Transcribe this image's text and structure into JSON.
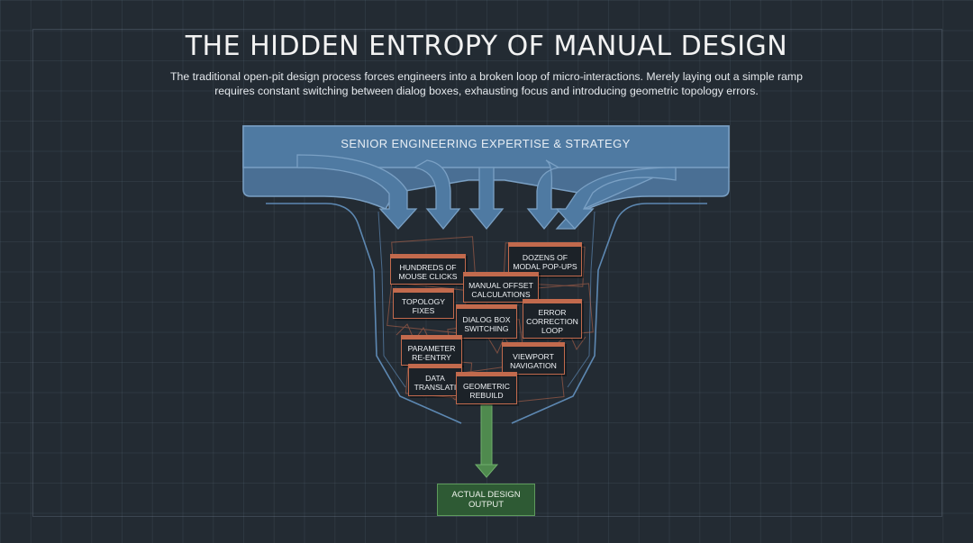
{
  "header": {
    "title": "THE HIDDEN ENTROPY OF MANUAL DESIGN",
    "subtitle": "The traditional open-pit design process forces engineers into a broken loop of micro-interactions. Merely laying out a simple ramp requires constant switching between dialog boxes, exhausting focus and introducing geometric topology errors."
  },
  "banner": {
    "label": "SENIOR ENGINEERING EXPERTISE & STRATEGY"
  },
  "chaos_boxes": {
    "mouse_clicks": "HUNDREDS OF\nMOUSE CLICKS",
    "modal_popups": "DOZENS OF\nMODAL POP-UPS",
    "offset_calculations": "MANUAL OFFSET\nCALCULATIONS",
    "topology_fixes": "TOPOLOGY\nFIXES",
    "dialog_switching": "DIALOG BOX\nSWITCHING",
    "error_loop": "ERROR\nCORRECTION\nLOOP",
    "parameter_reentry": "PARAMETER\nRE-ENTRY",
    "viewport_navigation": "VIEWPORT\nNAVIGATION",
    "data_translation": "DATA\nTRANSLATI",
    "geometric_rebuild": "GEOMETRIC\nREBUILD"
  },
  "output": {
    "label": "ACTUAL DESIGN\nOUTPUT"
  },
  "colors": {
    "background": "#232b33",
    "banner_fill": "#4a6f94",
    "banner_edge": "#7aa0c4",
    "funnel_line": "#5d88b2",
    "box_edge": "#c26a4d",
    "output_fill": "#2e5a34",
    "output_arrow": "#4f8a4e"
  }
}
